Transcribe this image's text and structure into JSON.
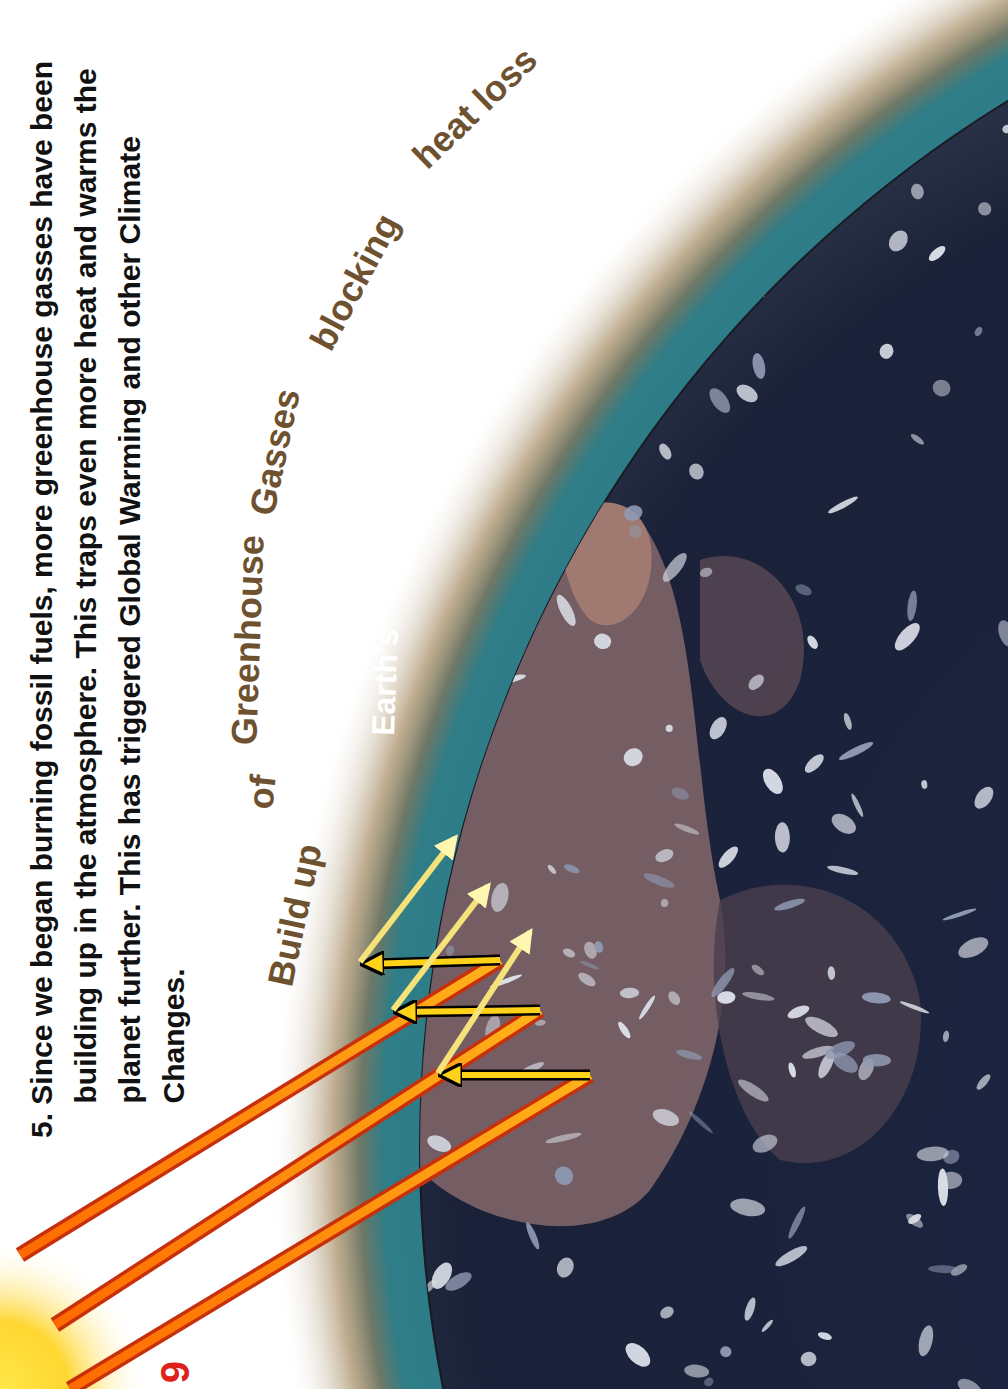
{
  "diagram": {
    "labels": [
      "5. Since we began burning fossil fuels, more greenhouse gasses have been building up in the atmosphere. This traps even more heat and warms the planet further. This has triggered Global Warming and other Climate Changes.",
      "Build up",
      "of",
      "Greenhouse",
      "Gasses",
      "blocking",
      "heat loss",
      "Earth’s",
      "Atmosphere",
      "9"
    ]
  }
}
